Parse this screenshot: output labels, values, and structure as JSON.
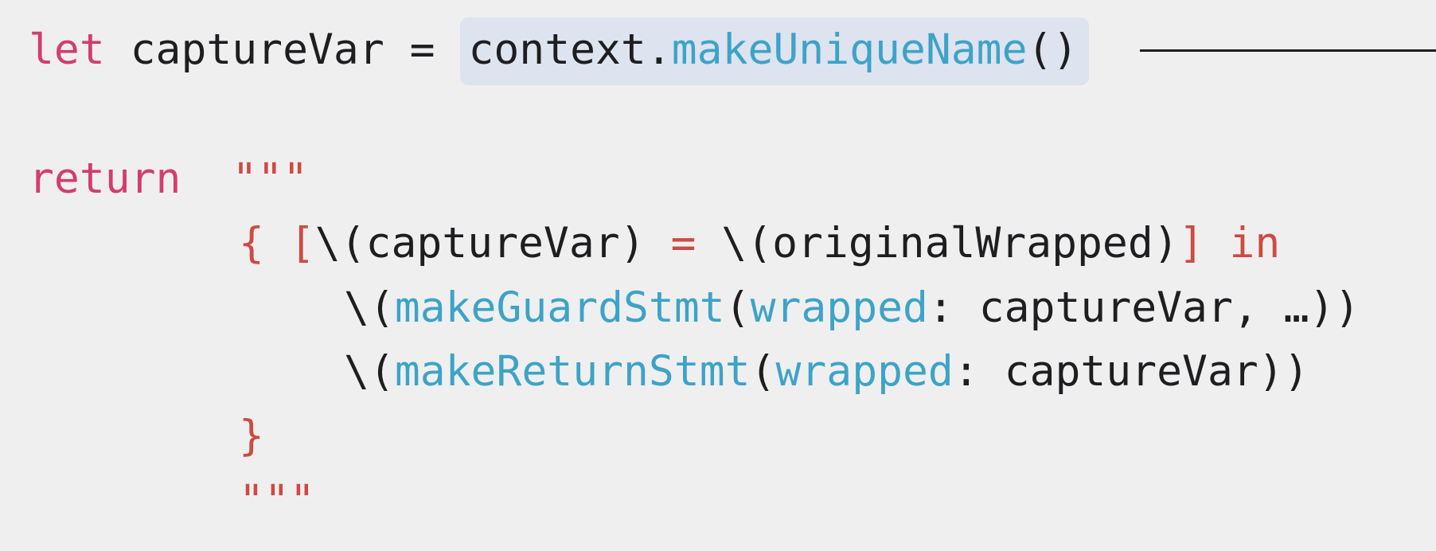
{
  "code": {
    "line1": {
      "kw_let": "let",
      "name": " captureVar = ",
      "hl_obj": "context.",
      "hl_fn": "makeUniqueName",
      "hl_paren": "()"
    },
    "line2": {
      "kw_return": "return",
      "open_quotes": "\"\"\""
    },
    "line3": {
      "brace_bracket": "{ [",
      "interp1": "\\(captureVar) ",
      "eq": "=",
      "interp2": " \\(originalWrapped)",
      "close_in": "] in"
    },
    "line4": {
      "open": "\\(",
      "fn": "makeGuardStmt",
      "paren": "(",
      "label": "wrapped",
      "rest": ": captureVar, …))"
    },
    "line5": {
      "open": "\\(",
      "fn": "makeReturnStmt",
      "paren": "(",
      "label": "wrapped",
      "rest": ": captureVar))"
    },
    "line6": {
      "close_brace": "}"
    },
    "line7": {
      "close_quotes": "\"\"\""
    }
  },
  "colors": {
    "background": "#efefef",
    "keyword": "#d23d70",
    "string_literal": "#cc4b43",
    "function": "#3da3c7",
    "plain": "#1e1e21",
    "highlight": "#dde3ef"
  }
}
